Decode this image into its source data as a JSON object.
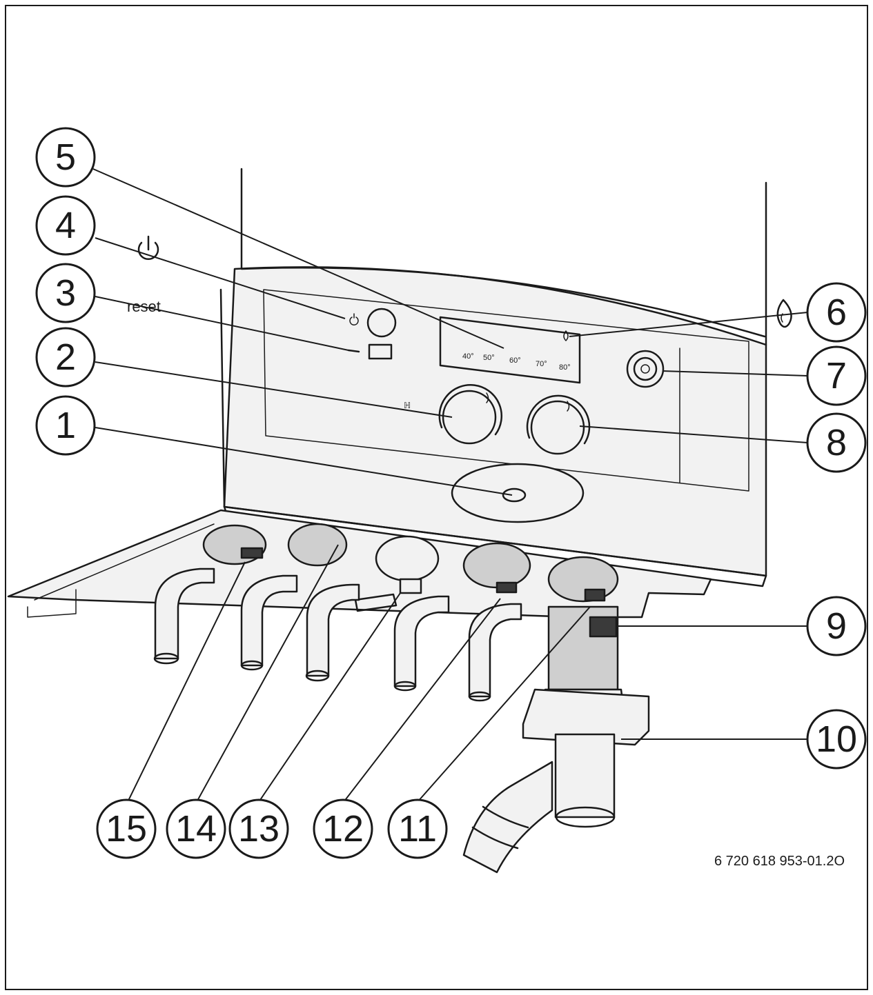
{
  "callouts": [
    {
      "id": "1",
      "label": "1"
    },
    {
      "id": "2",
      "label": "2"
    },
    {
      "id": "3",
      "label": "3"
    },
    {
      "id": "4",
      "label": "4"
    },
    {
      "id": "5",
      "label": "5"
    },
    {
      "id": "6",
      "label": "6"
    },
    {
      "id": "7",
      "label": "7"
    },
    {
      "id": "8",
      "label": "8"
    },
    {
      "id": "9",
      "label": "9"
    },
    {
      "id": "10",
      "label": "10"
    },
    {
      "id": "11",
      "label": "11"
    },
    {
      "id": "12",
      "label": "12"
    },
    {
      "id": "13",
      "label": "13"
    },
    {
      "id": "14",
      "label": "14"
    },
    {
      "id": "15",
      "label": "15"
    }
  ],
  "labels": {
    "reset": "reset",
    "figure_code": "6 720 618 953-01.2O"
  },
  "display_scale": [
    "40°",
    "50°",
    "60°",
    "70°",
    "80°"
  ],
  "icons": {
    "power": "power-icon",
    "flame": "flame-icon"
  }
}
